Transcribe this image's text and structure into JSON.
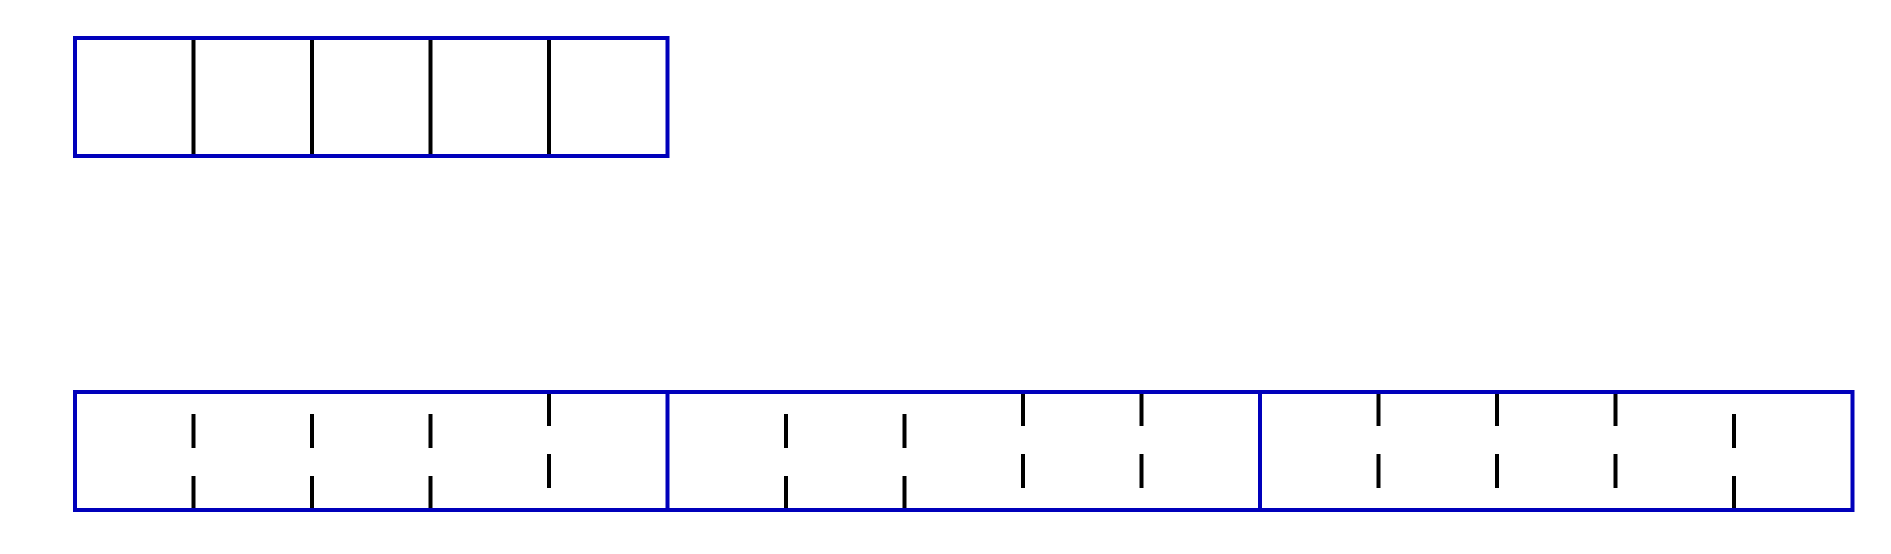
{
  "colors": {
    "frame": "#0000bb",
    "ticks": "#000000",
    "background": "#ffffff"
  },
  "bars": [
    {
      "name": "top-bar",
      "sections": 1,
      "cells_per_section": 5,
      "tick_style": "full"
    },
    {
      "name": "bottom-bar",
      "sections": 3,
      "cells_per_section": 5,
      "tick_style": "segmented",
      "segment_patterns": [
        [
          "tm",
          "tm",
          "tm",
          "ab"
        ],
        [
          "tm",
          "tm",
          "ab",
          "ab"
        ],
        [
          "ab",
          "ab",
          "ab",
          "tm"
        ]
      ]
    }
  ]
}
